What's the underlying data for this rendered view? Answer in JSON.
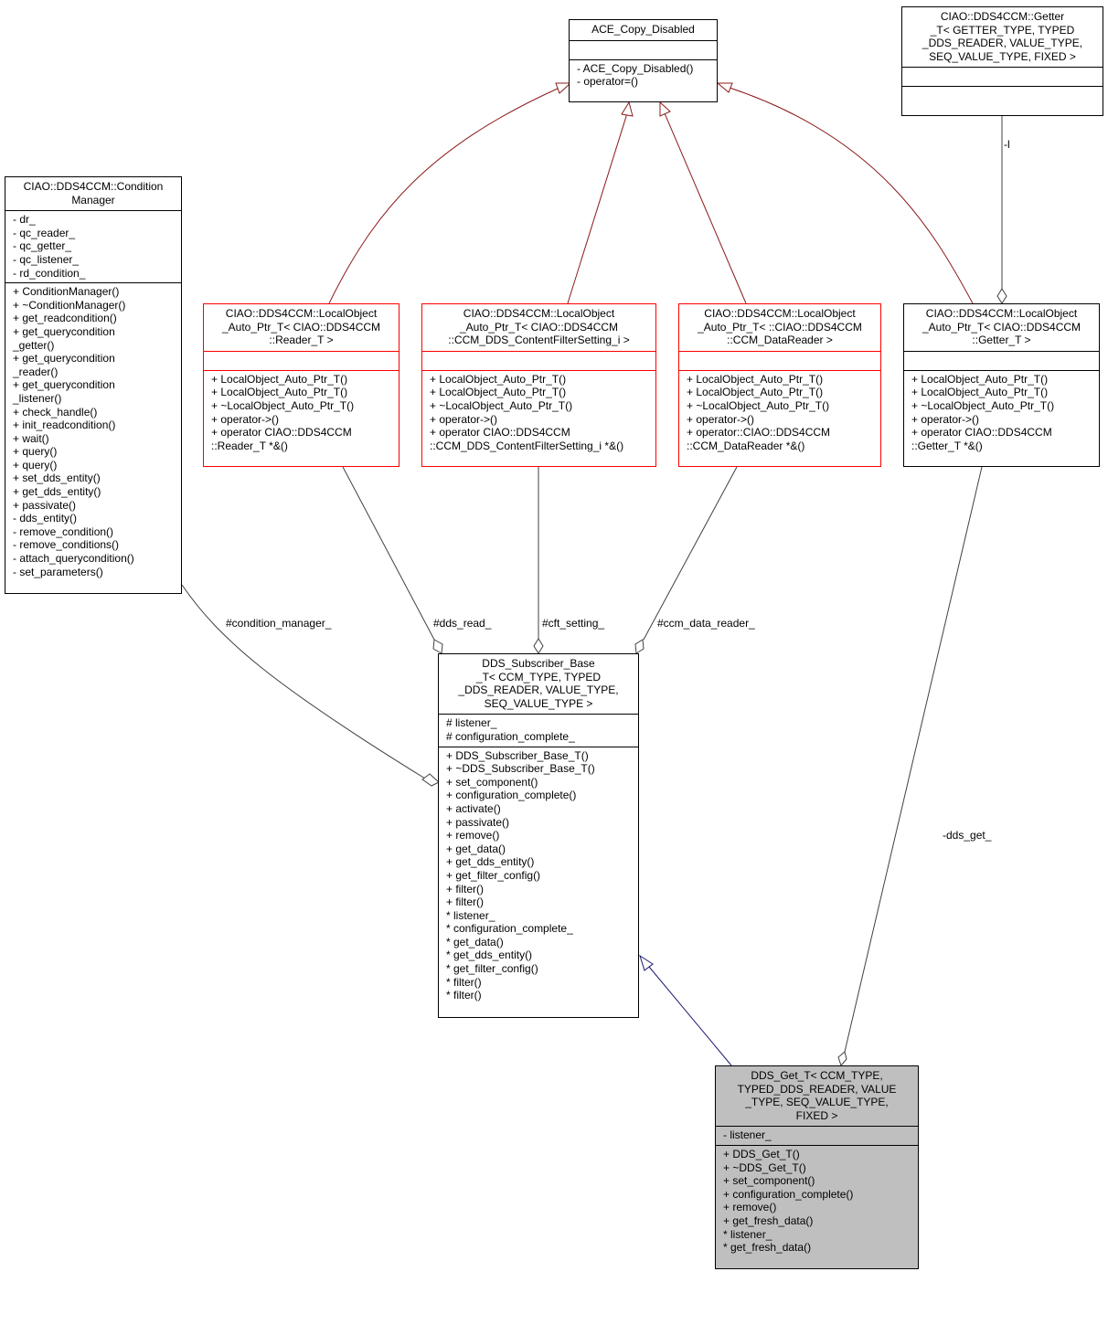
{
  "classes": {
    "ace_copy_disabled": {
      "title": [
        "ACE_Copy_Disabled"
      ],
      "attributes": [],
      "methods": [
        "- ACE_Copy_Disabled()",
        "- operator=()"
      ]
    },
    "getter_t": {
      "title": [
        "CIAO::DDS4CCM::Getter",
        "_T< GETTER_TYPE, TYPED",
        "_DDS_READER, VALUE_TYPE,",
        "SEQ_VALUE_TYPE, FIXED >"
      ],
      "attributes": [],
      "methods": []
    },
    "condition_manager": {
      "title": [
        "CIAO::DDS4CCM::Condition",
        "Manager"
      ],
      "attributes": [
        "- dr_",
        "- qc_reader_",
        "- qc_getter_",
        "- qc_listener_",
        "- rd_condition_"
      ],
      "methods": [
        "+ ConditionManager()",
        "+ ~ConditionManager()",
        "+ get_readcondition()",
        "+ get_querycondition",
        "_getter()",
        "+ get_querycondition",
        "_reader()",
        "+ get_querycondition",
        "_listener()",
        "+ check_handle()",
        "+ init_readcondition()",
        "+ wait()",
        "+ query()",
        "+ query()",
        "+ set_dds_entity()",
        "+ get_dds_entity()",
        "+ passivate()",
        "- dds_entity()",
        "- remove_condition()",
        "- remove_conditions()",
        "- attach_querycondition()",
        "- set_parameters()"
      ]
    },
    "lo_reader": {
      "title": [
        "CIAO::DDS4CCM::LocalObject",
        "_Auto_Ptr_T< CIAO::DDS4CCM",
        "::Reader_T >"
      ],
      "attributes": [],
      "methods": [
        "+ LocalObject_Auto_Ptr_T()",
        "+ LocalObject_Auto_Ptr_T()",
        "+ ~LocalObject_Auto_Ptr_T()",
        "+ operator->()",
        "+ operator CIAO::DDS4CCM",
        "::Reader_T *&()"
      ]
    },
    "lo_cft": {
      "title": [
        "CIAO::DDS4CCM::LocalObject",
        "_Auto_Ptr_T< CIAO::DDS4CCM",
        "::CCM_DDS_ContentFilterSetting_i >"
      ],
      "attributes": [],
      "methods": [
        "+ LocalObject_Auto_Ptr_T()",
        "+ LocalObject_Auto_Ptr_T()",
        "+ ~LocalObject_Auto_Ptr_T()",
        "+ operator->()",
        "+ operator CIAO::DDS4CCM",
        "::CCM_DDS_ContentFilterSetting_i *&()"
      ]
    },
    "lo_datareader": {
      "title": [
        "CIAO::DDS4CCM::LocalObject",
        "_Auto_Ptr_T< ::CIAO::DDS4CCM",
        "::CCM_DataReader >"
      ],
      "attributes": [],
      "methods": [
        "+ LocalObject_Auto_Ptr_T()",
        "+ LocalObject_Auto_Ptr_T()",
        "+ ~LocalObject_Auto_Ptr_T()",
        "+ operator->()",
        "+ operator::CIAO::DDS4CCM",
        "::CCM_DataReader *&()"
      ]
    },
    "lo_getter": {
      "title": [
        "CIAO::DDS4CCM::LocalObject",
        "_Auto_Ptr_T< CIAO::DDS4CCM",
        "::Getter_T >"
      ],
      "attributes": [],
      "methods": [
        "+ LocalObject_Auto_Ptr_T()",
        "+ LocalObject_Auto_Ptr_T()",
        "+ ~LocalObject_Auto_Ptr_T()",
        "+ operator->()",
        "+ operator CIAO::DDS4CCM",
        "::Getter_T *&()"
      ]
    },
    "subscriber_base": {
      "title": [
        "DDS_Subscriber_Base",
        "_T< CCM_TYPE, TYPED",
        "_DDS_READER, VALUE_TYPE,",
        "SEQ_VALUE_TYPE >"
      ],
      "attributes": [
        "# listener_",
        "# configuration_complete_"
      ],
      "methods": [
        "+ DDS_Subscriber_Base_T()",
        "+ ~DDS_Subscriber_Base_T()",
        "+ set_component()",
        "+ configuration_complete()",
        "+ activate()",
        "+ passivate()",
        "+ remove()",
        "+ get_data()",
        "+ get_dds_entity()",
        "+ get_filter_config()",
        "+ filter()",
        "+ filter()",
        "* listener_",
        "* configuration_complete_",
        "* get_data()",
        "* get_dds_entity()",
        "* get_filter_config()",
        "* filter()",
        "* filter()"
      ]
    },
    "dds_get": {
      "title": [
        "DDS_Get_T< CCM_TYPE,",
        "TYPED_DDS_READER, VALUE",
        "_TYPE, SEQ_VALUE_TYPE,",
        "FIXED >"
      ],
      "attributes": [
        "- listener_"
      ],
      "methods": [
        "+ DDS_Get_T()",
        "+ ~DDS_Get_T()",
        "+ set_component()",
        "+ configuration_complete()",
        "+ remove()",
        "+ get_fresh_data()",
        "* listener_",
        "* get_fresh_data()"
      ]
    }
  },
  "edge_labels": {
    "getter_l": "-l",
    "condition_manager": "#condition_manager_",
    "dds_read": "#dds_read_",
    "cft_setting": "#cft_setting_",
    "ccm_data_reader": "#ccm_data_reader_",
    "dds_get": "-dds_get_"
  },
  "colors": {
    "inheritance_red": "#8b1a1a",
    "inheritance_blue": "#191970",
    "association": "#404040",
    "highlight_fill": "#bfbfbf",
    "incomplete_border": "#ff0000"
  }
}
